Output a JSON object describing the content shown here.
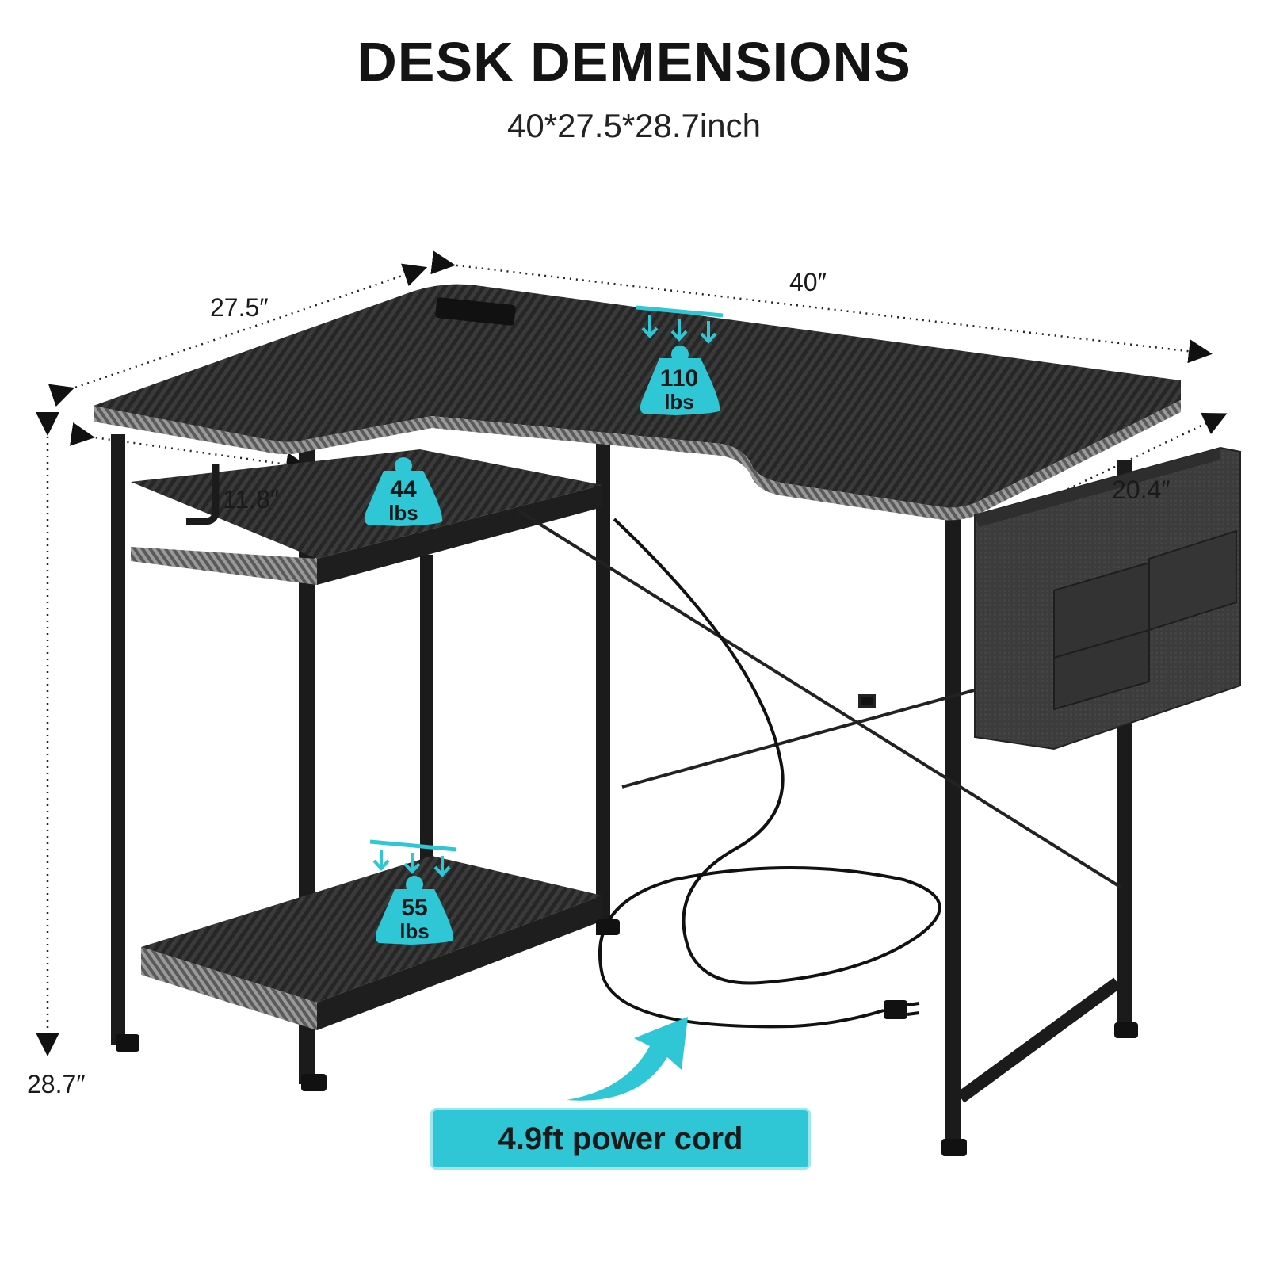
{
  "header": {
    "title": "DESK DEMENSIONS",
    "subtitle": "40*27.5*28.7inch"
  },
  "dimensions": {
    "width": "40″",
    "depth": "27.5″",
    "height": "28.7″",
    "shelf_depth": "11.8″",
    "bag_width": "20.4″"
  },
  "load_badges": [
    {
      "value": "110",
      "unit": "lbs"
    },
    {
      "value": "44",
      "unit": "lbs"
    },
    {
      "value": "55",
      "unit": "lbs"
    }
  ],
  "callout": {
    "label": "4.9ft power cord"
  },
  "colors": {
    "accent": "#2fc6d6",
    "frame": "#1b1b1b",
    "surface": "#2a2a2a",
    "bag": "#3a3a3a"
  }
}
